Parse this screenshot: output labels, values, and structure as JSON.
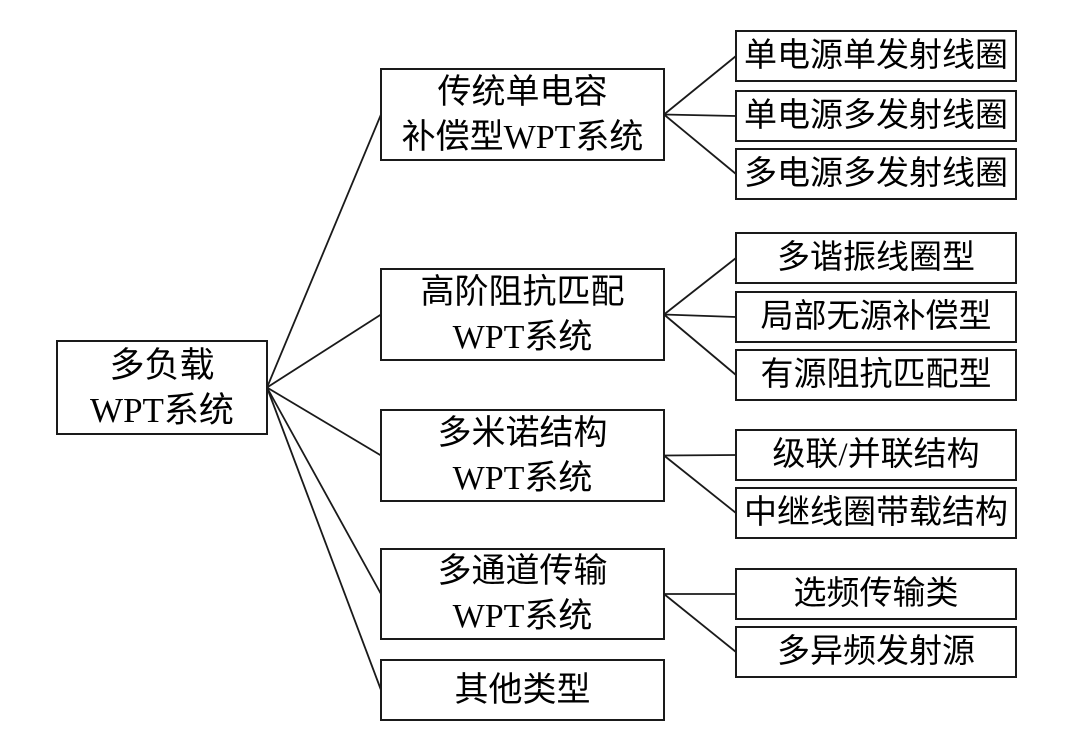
{
  "diagram": {
    "title": "multi-load WPT system classification tree",
    "colors": {
      "line": "#1a1a1a",
      "border": "#1a1a1a",
      "background": "#ffffff",
      "text": "#000000"
    },
    "root": {
      "label": "多负载\nWPT系统"
    },
    "branches": [
      {
        "label": "传统单电容\n补偿型WPT系统",
        "children": [
          "单电源单发射线圈",
          "单电源多发射线圈",
          "多电源多发射线圈"
        ]
      },
      {
        "label": "高阶阻抗匹配\nWPT系统",
        "children": [
          "多谐振线圈型",
          "局部无源补偿型",
          "有源阻抗匹配型"
        ]
      },
      {
        "label": "多米诺结构\nWPT系统",
        "children": [
          "级联/并联结构",
          "中继线圈带载结构"
        ]
      },
      {
        "label": "多通道传输\nWPT系统",
        "children": [
          "选频传输类",
          "多异频发射源"
        ]
      },
      {
        "label": "其他类型",
        "children": []
      }
    ]
  }
}
